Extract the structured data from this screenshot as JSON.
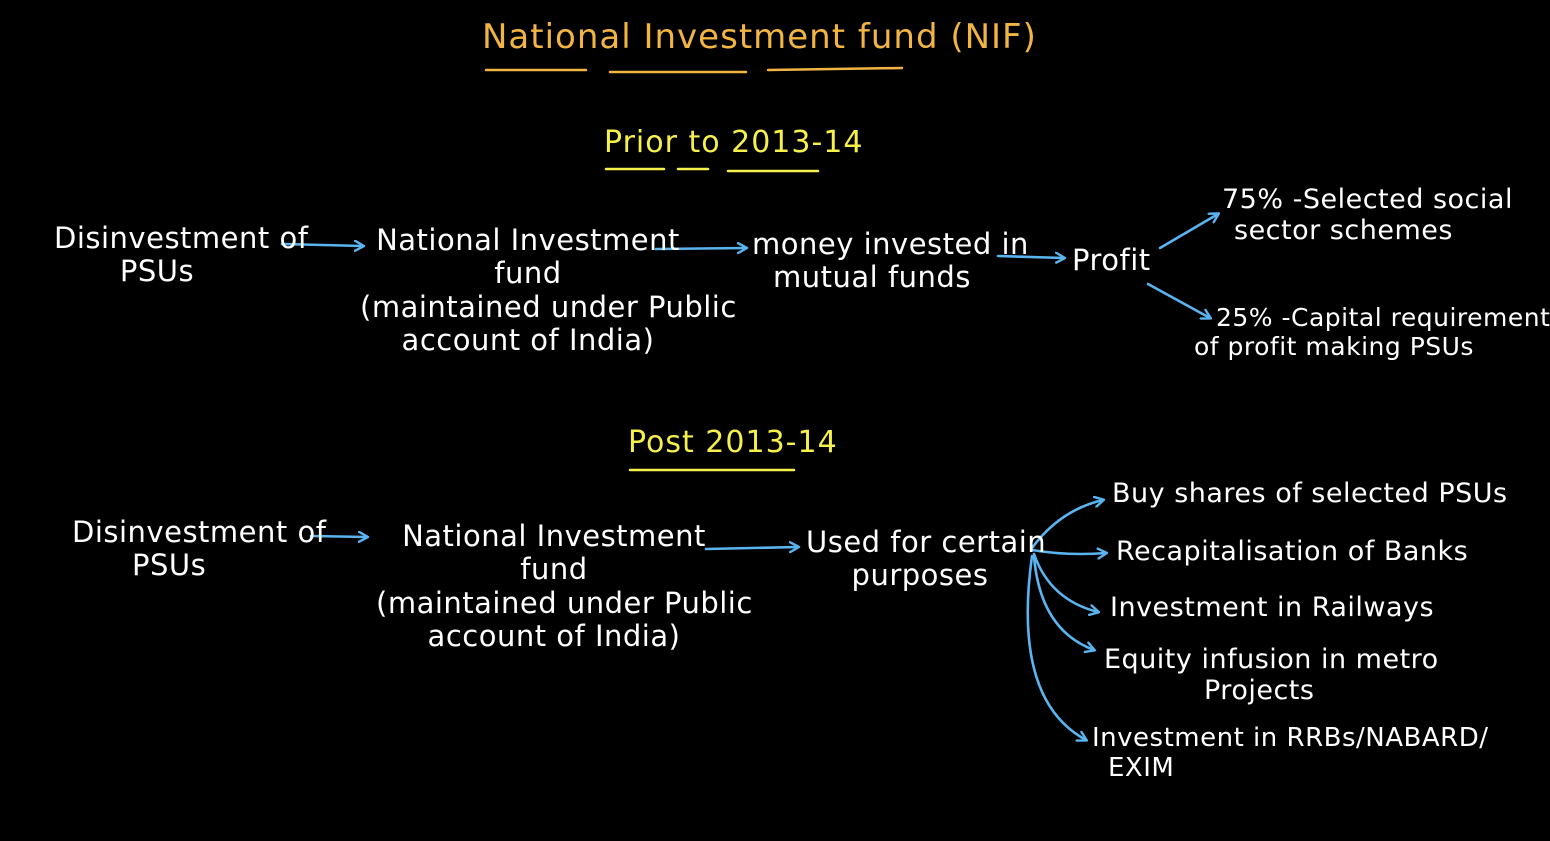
{
  "colors": {
    "background": "#000000",
    "title": "#f2b544",
    "heading": "#f5f04a",
    "text": "#ffffff",
    "arrow": "#5ab4f0"
  },
  "title": "National Investment fund (NIF)",
  "prior": {
    "heading": "Prior to 2013-14",
    "source": [
      "Disinvestment of",
      "PSUs"
    ],
    "fund": [
      "National Investment",
      "fund",
      "(maintained under Public",
      "account of India)"
    ],
    "invested": [
      "money invested in",
      "mutual funds"
    ],
    "profit": "Profit",
    "split_a": [
      "75% -Selected social",
      "sector schemes"
    ],
    "split_b": [
      "25% -Capital requirement",
      "of profit making PSUs"
    ]
  },
  "post": {
    "heading": "Post 2013-14",
    "source": [
      "Disinvestment of",
      "PSUs"
    ],
    "fund": [
      "National Investment",
      "fund",
      "(maintained under Public",
      "account of India)"
    ],
    "use": [
      "Used for certain",
      "purposes"
    ],
    "purposes": [
      [
        "Buy shares of selected PSUs"
      ],
      [
        "Recapitalisation of Banks"
      ],
      [
        "Investment in Railways"
      ],
      [
        "Equity infusion in metro",
        "Projects"
      ],
      [
        "Investment in RRBs/NABARD/",
        "EXIM"
      ]
    ]
  }
}
